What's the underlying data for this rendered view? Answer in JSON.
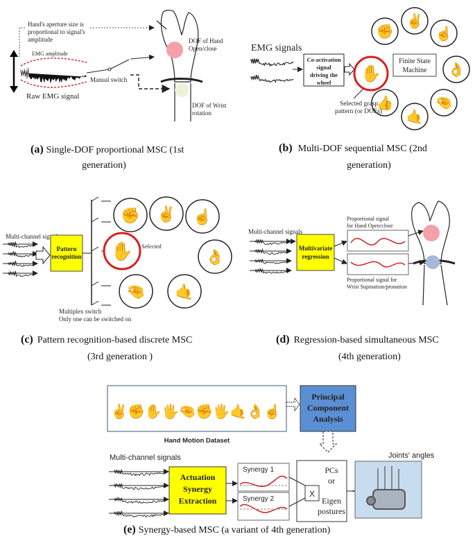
{
  "panel_a": {
    "aperture_note": [
      "Hand's aperture size is",
      "proportional to signal's",
      "amplitude"
    ],
    "emg_amplitude": "EMG amplitude",
    "raw_emg": "Raw EMG signal",
    "manual_switch": "Manual switch",
    "dof_hand": [
      "DOF of Hand",
      "Open/close"
    ],
    "dof_wrist": [
      "DOF of Wrist",
      "rotation"
    ],
    "caption_letter": "(a)",
    "caption": [
      "Single-DOF proportional MSC (1st",
      "generation)"
    ]
  },
  "panel_b": {
    "emg_signals": "EMG signals",
    "coactivation": [
      "Co-activation",
      "signal",
      "driving the",
      "wheel"
    ],
    "fsm": [
      "Finite State",
      "Machine"
    ],
    "selected": [
      "Selected grasp",
      "pattern (or DOFs)"
    ],
    "caption_letter": "(b)",
    "caption": [
      "Multi-DOF sequential MSC (2nd",
      "generation)"
    ]
  },
  "panel_c": {
    "multichannel": "Multi-channel signals",
    "pattern": [
      "Pattern",
      "recognition"
    ],
    "selected": "Selected",
    "multiplex": [
      "Multiplex switch",
      "Only one can be switched on"
    ],
    "caption_letter": "(c)",
    "caption": [
      "Pattern recognition-based discrete MSC",
      "(3rd generation )"
    ]
  },
  "panel_d": {
    "multichannel": "Multi-channel signals",
    "regression": [
      "Multivariate",
      "regression"
    ],
    "prop_hand": [
      "Proportional signal",
      "for Hand Open/close"
    ],
    "prop_wrist": [
      "Proportional signal for",
      "Wrist Supination/pronation"
    ],
    "caption_letter": "(d)",
    "caption": [
      "Regression-based simultaneous MSC",
      "(4th generation)"
    ]
  },
  "panel_e": {
    "pca": [
      "Principal",
      "Component",
      "Analysis"
    ],
    "dataset": "Hand Motion Dataset",
    "multichannel": "Multi-channel signals",
    "actuation": [
      "Actuation",
      "Synergy",
      "Extraction"
    ],
    "synergy1": "Synergy 1",
    "synergy2": "Synergy 2",
    "x": "X",
    "pcs": [
      "PCs",
      "or",
      "Eigen",
      "postures"
    ],
    "joints": "Joints' angles",
    "caption_letter": "(e)",
    "caption": "Synergy-based MSC (a variant of 4th generation)"
  },
  "colors": {
    "yellow": "#ffff00",
    "red": "#e0201c",
    "blue_box": "#5b8fd4",
    "light_blue": "#c8dcef",
    "pink": "#f4a0a8"
  }
}
